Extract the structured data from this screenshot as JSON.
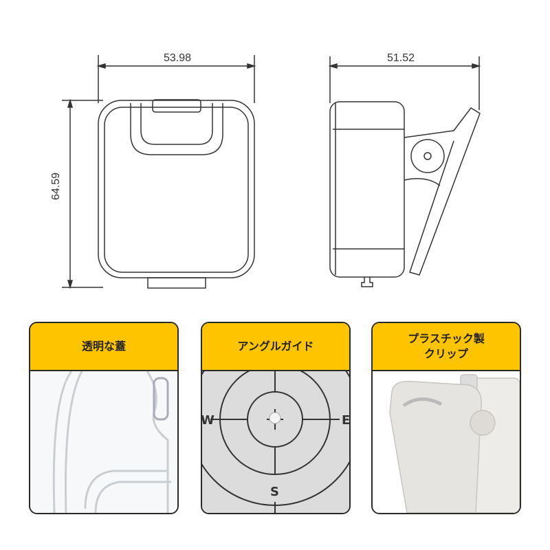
{
  "drawing": {
    "width_dim": "53.98",
    "depth_dim": "51.52",
    "height_dim": "64.59"
  },
  "features": [
    {
      "title": "透明な蓋",
      "image": "transparent-lid-closeup"
    },
    {
      "title": "アングルガイド",
      "image": "angle-guide-target",
      "labels": {
        "west": "W",
        "east": "E",
        "south": "S"
      }
    },
    {
      "title_line1": "プラスチック製",
      "title_line2": "クリップ",
      "image": "plastic-clip-closeup"
    }
  ],
  "colors": {
    "header": "#FFC400",
    "border": "#2a2a2a",
    "line": "#333333"
  }
}
